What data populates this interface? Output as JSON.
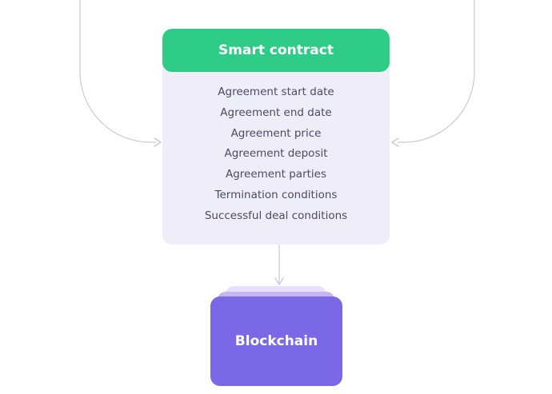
{
  "smart_contract": {
    "title": "Smart contract",
    "fields": [
      "Agreement start date",
      "Agreement end date",
      "Agreement price",
      "Agreement deposit",
      "Agreement parties",
      "Termination conditions",
      "Successful deal conditions"
    ]
  },
  "blockchain": {
    "label": "Blockchain"
  },
  "colors": {
    "header_green": "#2ecc87",
    "card_background": "#efeef8",
    "blockchain_purple": "#7b68e6",
    "connector": "#c9c9d8"
  }
}
